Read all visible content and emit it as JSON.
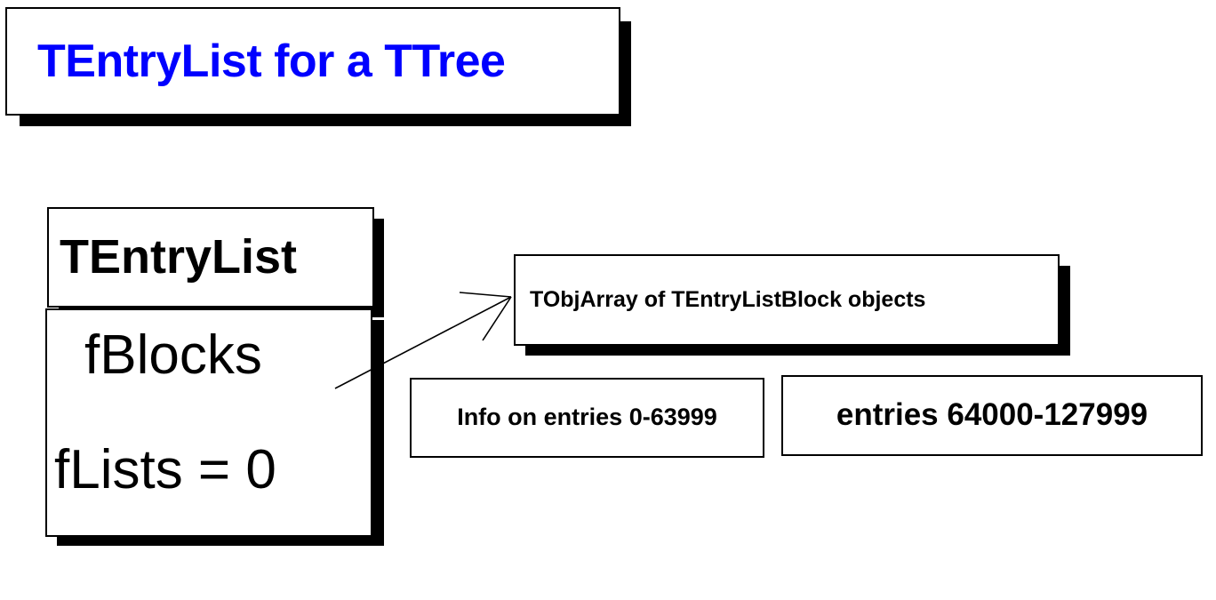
{
  "slide": {
    "title": "TEntryList for a TTree",
    "title_color": "#0000ff",
    "background_color": "#ffffff",
    "border_color": "#000000",
    "shadow_color": "#000000"
  },
  "entrylist": {
    "class_name": "TEntryList",
    "fields": [
      {
        "label": "fBlocks"
      },
      {
        "label": "fLists = 0"
      }
    ]
  },
  "tobjarray": {
    "label": "TObjArray of TEntryListBlock objects"
  },
  "blocks": [
    {
      "label": "Info on entries 0-63999"
    },
    {
      "label": "entries 64000-127999"
    }
  ],
  "connector": {
    "name": "fblocks-to-tobjarray-arrow",
    "from": "fBlocks",
    "to": "TObjArray of TEntryListBlock objects"
  }
}
